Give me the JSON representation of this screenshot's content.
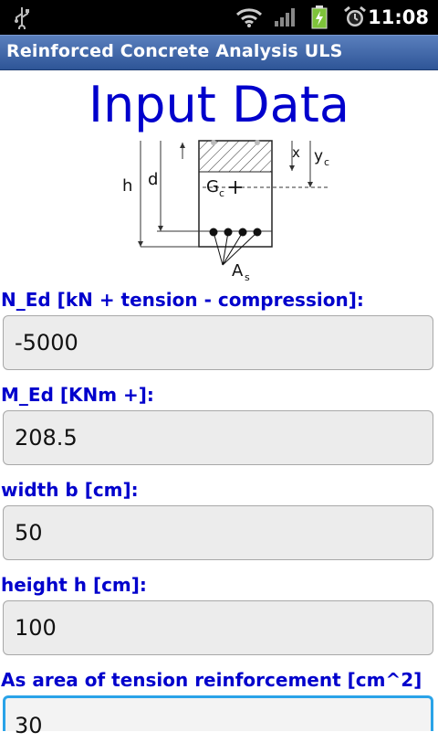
{
  "status_bar": {
    "time": "11:08",
    "icons": [
      "usb-icon",
      "wifi-icon",
      "signal-icon",
      "battery-charging-icon",
      "alarm-icon"
    ]
  },
  "app": {
    "title": "Reinforced Concrete Analysis ULS"
  },
  "heading": "Input Data",
  "diagram": {
    "labels": {
      "h": "h",
      "d": "d",
      "x": "x",
      "yc": "y",
      "yc_sub": "c",
      "gc": "G",
      "gc_sub": "c",
      "as": "A",
      "as_sub": "s"
    }
  },
  "fields": [
    {
      "label": "N_Ed [kN + tension - compression]:",
      "value": "-5000"
    },
    {
      "label": "M_Ed [KNm +]:",
      "value": "208.5"
    },
    {
      "label": "width b [cm]:",
      "value": "50"
    },
    {
      "label": "height h [cm]:",
      "value": "100"
    },
    {
      "label": "As area of tension reinforcement [cm^2]",
      "value": "30"
    }
  ],
  "colors": {
    "label": "#0000cc",
    "titlebar": "#3a62a8",
    "focus": "#2aa3e8"
  }
}
